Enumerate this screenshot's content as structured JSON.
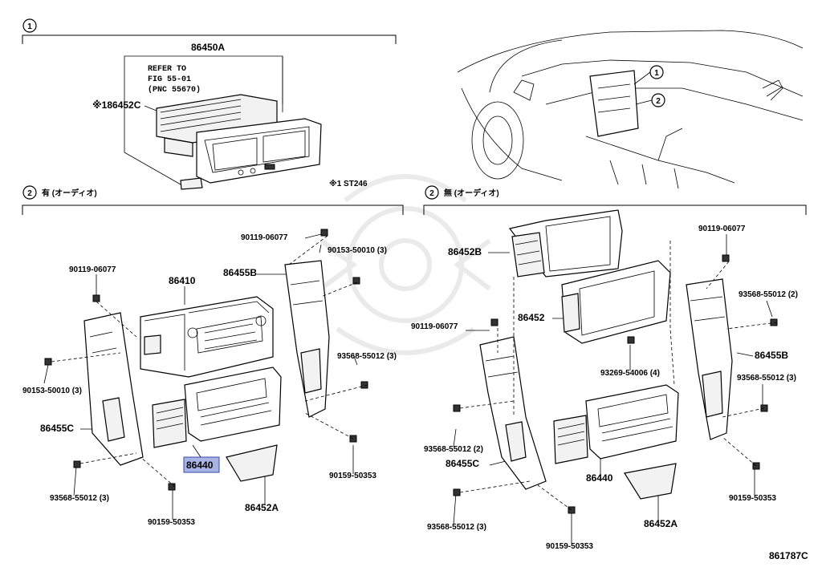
{
  "callouts": {
    "one": "1",
    "two": "2"
  },
  "section1": {
    "assy": "86450A",
    "refer_line1": "REFER TO",
    "refer_line2": "FIG 55-01",
    "refer_line3": "(PNC 55670)",
    "vent_part": "※186452C",
    "footnote": "※1 ST246"
  },
  "section2_left": {
    "heading": "有 (オーディオ)",
    "parts": {
      "screw_top": "90119-06077",
      "screw_top_r": "90153-50010 (3)",
      "screw_upper_l": "90119-06077",
      "head_unit": "86410",
      "bracket_r": "86455B",
      "bolt_l": "90153-50010 (3)",
      "bolt_r": "93568-55012 (3)",
      "bracket_l": "86455C",
      "control": "86440",
      "bolt_bottom_l": "93568-55012 (3)",
      "screw_bottom_r": "90159-50353",
      "screw_bottom_c": "90159-50353",
      "cover": "86452A"
    }
  },
  "section2_right": {
    "heading": "無 (オーディオ)",
    "parts": {
      "panel_b": "86452B",
      "screw_top_r": "90119-06077",
      "bolt_r_top": "93568-55012 (2)",
      "panel": "86452",
      "screw_l": "90119-06077",
      "bracket_r": "86455B",
      "screw_c": "93269-54006 (4)",
      "bolt_r_mid": "93568-55012 (3)",
      "bolt_l": "93568-55012 (2)",
      "bracket_l": "86455C",
      "control": "86440",
      "screw_r": "90159-50353",
      "bolt_bottom_l": "93568-55012 (3)",
      "screw_bottom": "90159-50353",
      "cover": "86452A"
    }
  },
  "figure_id": "861787C",
  "colors": {
    "highlight": "#a9b4e6",
    "line": "#000000"
  }
}
